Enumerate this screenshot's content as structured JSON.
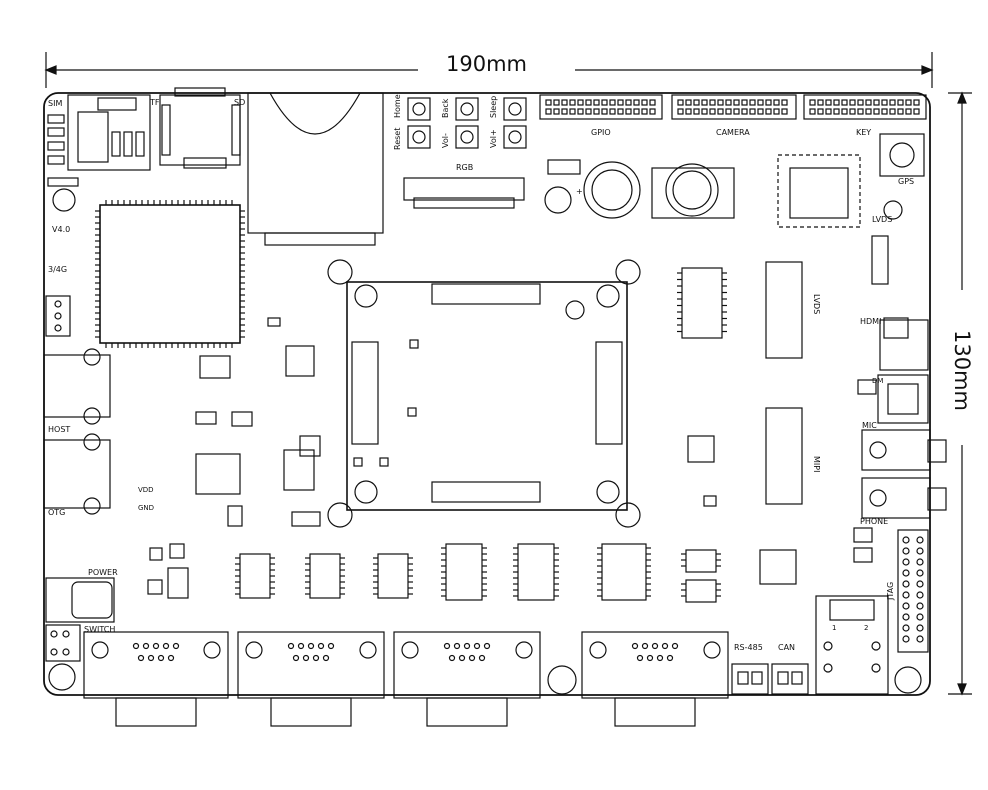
{
  "board": {
    "width_label": "190mm",
    "height_label": "130mm",
    "labels": {
      "sim": "SIM",
      "tf": "TF",
      "sd": "SD",
      "reset": "Reset",
      "home": "Home",
      "back": "Back",
      "vol_minus": "Vol-",
      "vol_plus": "Vol+",
      "sleep": "Sleep",
      "gpio": "GPIO",
      "camera": "CAMERA",
      "key": "KEY",
      "rgb": "RGB",
      "gps": "GPS",
      "lvds": "LVDS",
      "lvds_vertical": "LVDS",
      "version": "V4.0",
      "module_3g4g": "3/4G",
      "host": "HOST",
      "otg": "OTG",
      "power": "POWER",
      "switch": "SWITCH",
      "hdmi": "HDMI",
      "mic": "MIC",
      "mipi": "MIPI",
      "phone": "PHONE",
      "jtag": "JTAG",
      "rs485": "RS-485",
      "can": "CAN",
      "plus": "+",
      "vdd": "VDD",
      "gnd": "GND",
      "net_1": "1",
      "net_2": "2",
      "dm": "DM"
    }
  },
  "colors": {
    "ink": "#111111",
    "background": "#ffffff"
  }
}
